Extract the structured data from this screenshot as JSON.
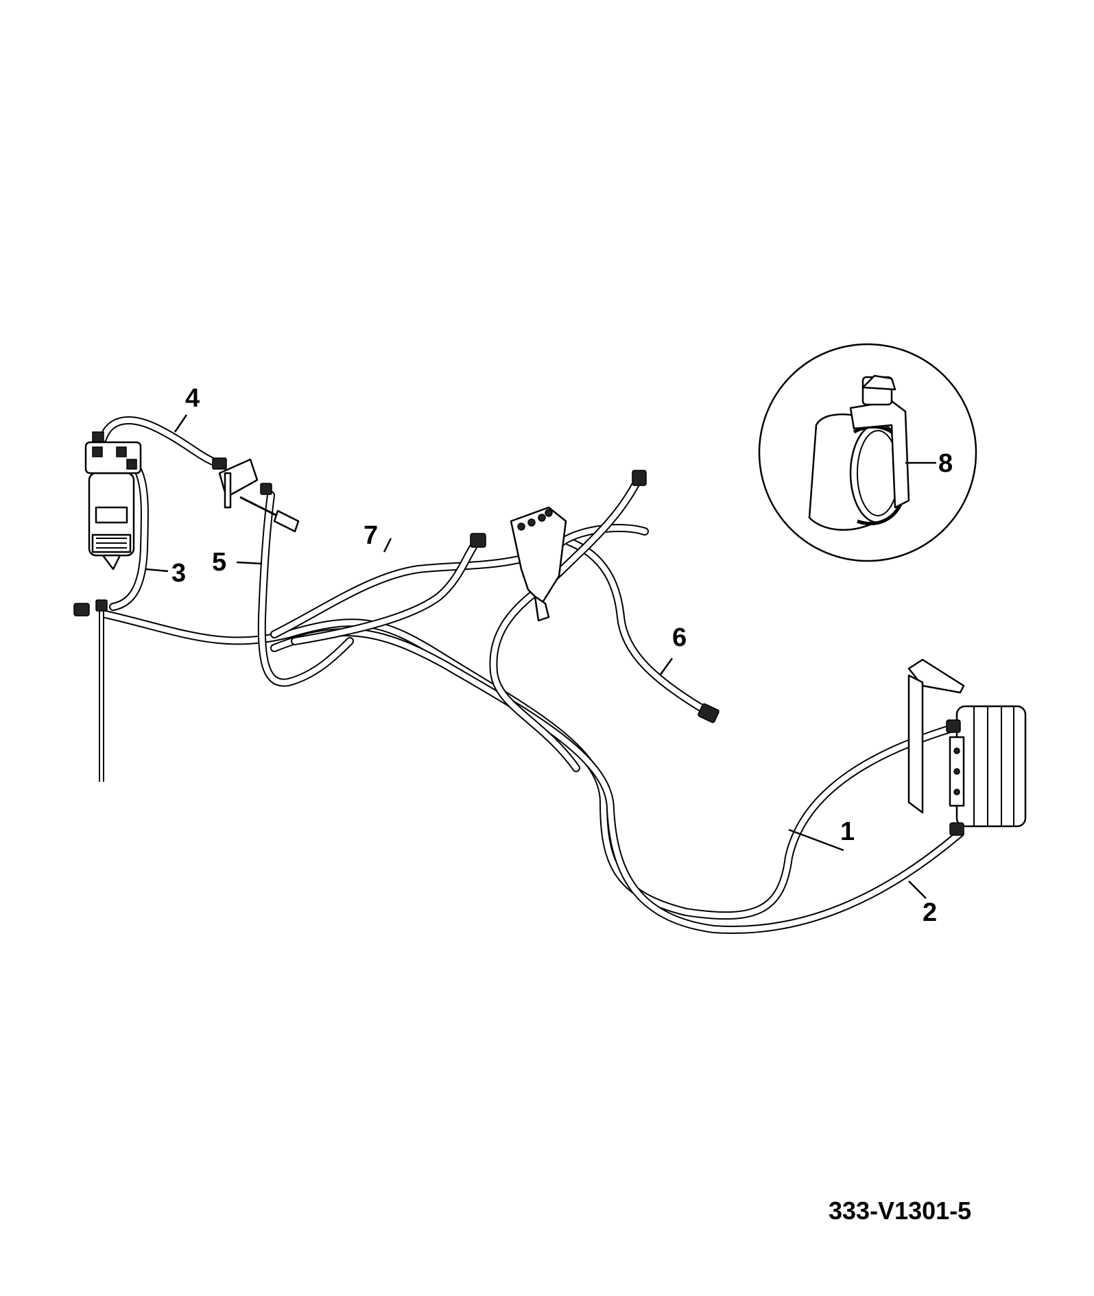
{
  "callouts": {
    "c1": "1",
    "c2": "2",
    "c3": "3",
    "c4": "4",
    "c5": "5",
    "c6": "6",
    "c7": "7",
    "c8": "8"
  },
  "drawing_code": "333-V1301-5"
}
